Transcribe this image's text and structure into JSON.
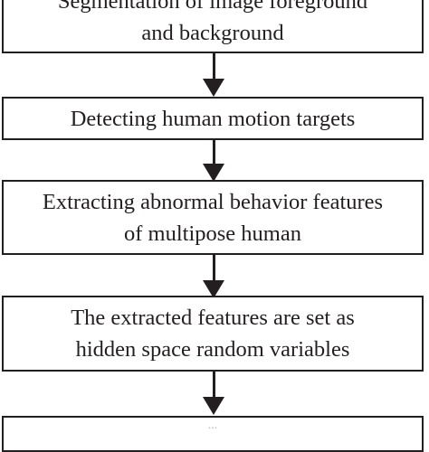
{
  "steps": [
    {
      "line1": "Segmentation of image foreground",
      "line2": "and background"
    },
    {
      "line1": "Detecting human motion targets"
    },
    {
      "line1": "Extracting abnormal behavior features",
      "line2": "of multipose human"
    },
    {
      "line1": "The extracted features are set as",
      "line2": "hidden space random variables"
    },
    {
      "line1": "..."
    }
  ]
}
